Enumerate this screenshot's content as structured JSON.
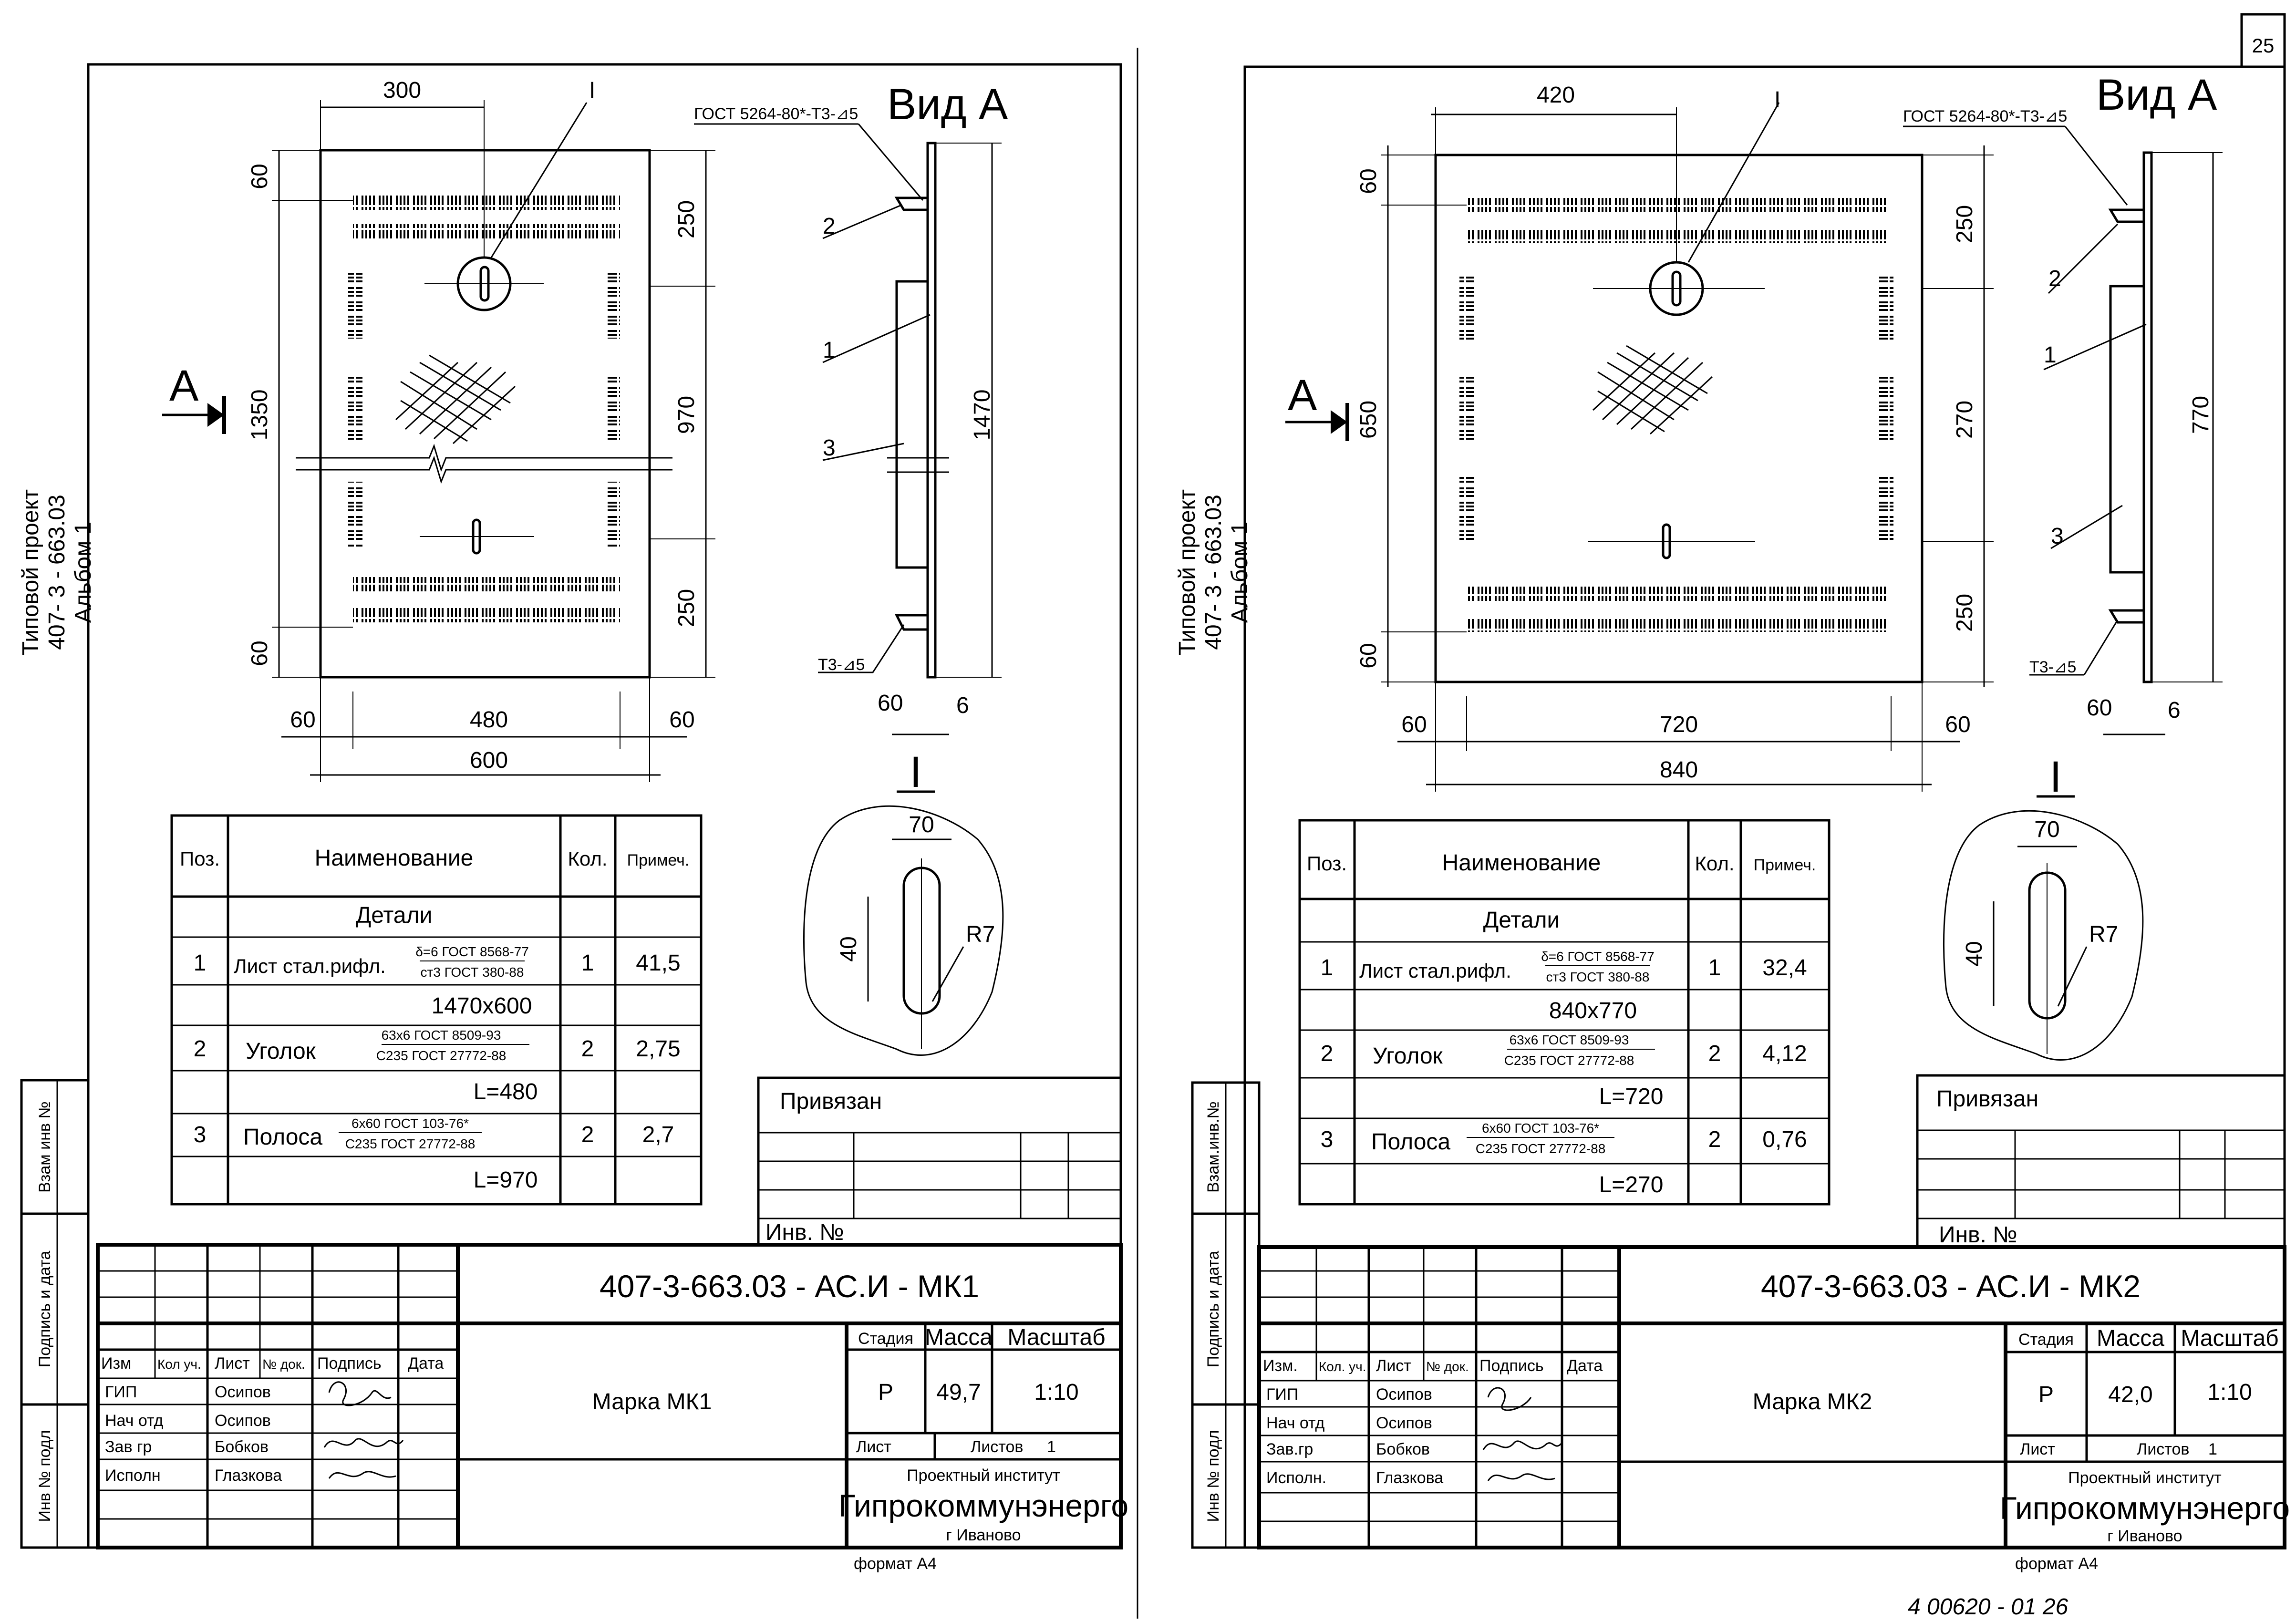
{
  "page_number": "25",
  "footer_handwritten": "4 00620 - 01   26",
  "sheets": [
    {
      "side_stamp": [
        "Типовой проект",
        "407- 3 - 663.03",
        "Альбом 1"
      ],
      "section_mark": "I",
      "view_label": "Вид А",
      "arrow_label": "А",
      "gost_weld": "ГОСТ 5264-80*-Т3-⊿5",
      "weld_t3": "Т3-⊿5",
      "dims": {
        "top": "300",
        "left_top": "60",
        "left_mid": "1350",
        "left_bot": "60",
        "right_top": "250",
        "right_mid": "970",
        "right_bot": "250",
        "bottom_l": "60",
        "bottom_mid": "480",
        "bottom_r": "60",
        "bottom_total": "600",
        "view_height": "1470",
        "view_w1": "60",
        "view_w2": "6",
        "detail_w": "70",
        "detail_h": "40",
        "detail_r": "R7"
      },
      "view_positions": [
        "2",
        "1",
        "3"
      ],
      "spec": {
        "headers": [
          "Поз.",
          "Наименование",
          "Кол.",
          "Примеч."
        ],
        "group": "Детали",
        "rows": [
          {
            "pos": "1",
            "name": "Лист стал.рифл.",
            "frac_top": "δ=6 ГОСТ 8568-77",
            "frac_bot": "ст3 ГОСТ 380-88",
            "qty": "1",
            "note": "41,5",
            "sub": "1470х600"
          },
          {
            "pos": "2",
            "name": "Уголок",
            "frac_top": "63х6 ГОСТ 8509-93",
            "frac_bot": "С235 ГОСТ 27772-88",
            "qty": "2",
            "note": "2,75",
            "sub": "L=480"
          },
          {
            "pos": "3",
            "name": "Полоса",
            "frac_top": "6х60 ГОСТ 103-76*",
            "frac_bot": "С235 ГОСТ 27772-88",
            "qty": "2",
            "note": "2,7",
            "sub": "L=970"
          }
        ]
      },
      "privyazan": "Привязан",
      "inv_no": "Инв. №",
      "side_cols": [
        "Взам инв №",
        "Подпись и дата",
        "Инв № подл"
      ],
      "code": "407-3-663.03 - АС.И - МК1",
      "title_block": {
        "hdr": [
          "Изм",
          "Кол уч.",
          "Лист",
          "№ док.",
          "Подпись",
          "Дата"
        ],
        "people": [
          [
            "ГИП",
            "Осипов"
          ],
          [
            "Нач отд",
            "Осипов"
          ],
          [
            "Зав гр",
            "Бобков"
          ],
          [
            "Исполн",
            "Глазкова"
          ]
        ],
        "name": "Марка МК1",
        "stage_hdr": "Стадия",
        "mass_hdr": "Масса",
        "scale_hdr": "Масштаб",
        "stage": "Р",
        "mass": "49,7",
        "scale": "1:10",
        "list": "Лист",
        "listov": "Листов",
        "listov_val": "1",
        "inst_top": "Проектный институт",
        "inst": "Гипрокоммунэнерго",
        "city": "г Иваново"
      },
      "format": "формат А4"
    },
    {
      "side_stamp": [
        "Типовой проект",
        "407- 3 - 663.03",
        "Альбом 1"
      ],
      "section_mark": "I",
      "view_label": "Вид А",
      "arrow_label": "А",
      "gost_weld": "ГОСТ 5264-80*-Т3-⊿5",
      "weld_t3": "Т3-⊿5",
      "dims": {
        "top": "420",
        "left_top": "60",
        "left_mid": "650",
        "left_bot": "60",
        "right_top": "250",
        "right_mid": "270",
        "right_bot": "250",
        "bottom_l": "60",
        "bottom_mid": "720",
        "bottom_r": "60",
        "bottom_total": "840",
        "view_height": "770",
        "view_w1": "60",
        "view_w2": "6",
        "detail_w": "70",
        "detail_h": "40",
        "detail_r": "R7"
      },
      "view_positions": [
        "2",
        "1",
        "3"
      ],
      "spec": {
        "headers": [
          "Поз.",
          "Наименование",
          "Кол.",
          "Примеч."
        ],
        "group": "Детали",
        "rows": [
          {
            "pos": "1",
            "name": "Лист стал.рифл.",
            "frac_top": "δ=6 ГОСТ 8568-77",
            "frac_bot": "ст3 ГОСТ 380-88",
            "qty": "1",
            "note": "32,4",
            "sub": "840х770"
          },
          {
            "pos": "2",
            "name": "Уголок",
            "frac_top": "63х6 ГОСТ 8509-93",
            "frac_bot": "С235 ГОСТ 27772-88",
            "qty": "2",
            "note": "4,12",
            "sub": "L=720"
          },
          {
            "pos": "3",
            "name": "Полоса",
            "frac_top": "6х60 ГОСТ 103-76*",
            "frac_bot": "С235 ГОСТ 27772-88",
            "qty": "2",
            "note": "0,76",
            "sub": "L=270"
          }
        ]
      },
      "privyazan": "Привязан",
      "inv_no": "Инв. №",
      "side_cols": [
        "Взам.инв.№",
        "Подпись и дата",
        "Инв № подл"
      ],
      "code": "407-3-663.03 - АС.И - МК2",
      "title_block": {
        "hdr": [
          "Изм.",
          "Кол. уч.",
          "Лист",
          "№ док.",
          "Подпись",
          "Дата"
        ],
        "people": [
          [
            "ГИП",
            "Осипов"
          ],
          [
            "Нач отд",
            "Осипов"
          ],
          [
            "Зав.гр",
            "Бобков"
          ],
          [
            "Исполн.",
            "Глазкова"
          ]
        ],
        "name": "Марка МК2",
        "stage_hdr": "Стадия",
        "mass_hdr": "Масса",
        "scale_hdr": "Масштаб",
        "stage": "Р",
        "mass": "42,0",
        "scale": "1:10",
        "list": "Лист",
        "listov": "Листов",
        "listov_val": "1",
        "inst_top": "Проектный институт",
        "inst": "Гипрокоммунэнерго",
        "city": "г Иваново"
      },
      "format": "формат А4"
    }
  ]
}
